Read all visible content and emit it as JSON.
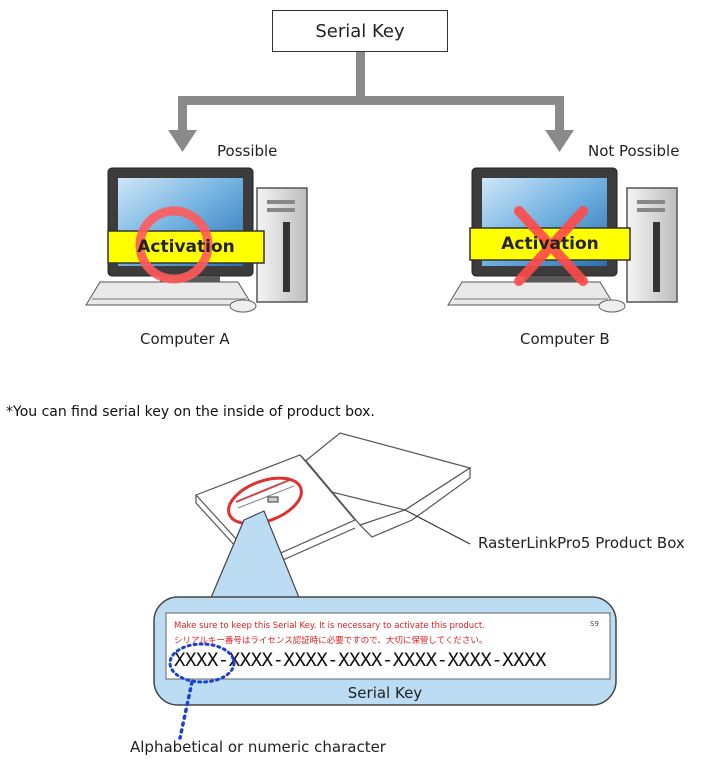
{
  "top_box": {
    "label": "Serial Key"
  },
  "branches": [
    {
      "result": "Possible",
      "activation": "Activation",
      "computer": "Computer A"
    },
    {
      "result": "Not Possible",
      "activation": "Activation",
      "computer": "Computer B"
    }
  ],
  "note": "*You can find  serial key on the inside of product box.",
  "product_box_label": "RasterLinkPro5 Product Box",
  "card": {
    "line_en": "Make sure to keep this Serial Key. It is necessary to activate this product.",
    "line_jp": "シリアルキー番号はライセンス認証時に必要ですので、大切に保管してください。",
    "corner": "S9",
    "key": "XXXX-XXXX-XXXX-XXXX-XXXX-XXXX-XXXX",
    "caption": "Serial Key"
  },
  "char_note": "Alphabetical or numeric character",
  "colors": {
    "activation_bg": "#ffff00",
    "ok_ring": "#ff5a5a",
    "ng_cross": "#ff4a4a",
    "card_bg": "#bcdcf4",
    "dotted": "#1c3fd6"
  }
}
